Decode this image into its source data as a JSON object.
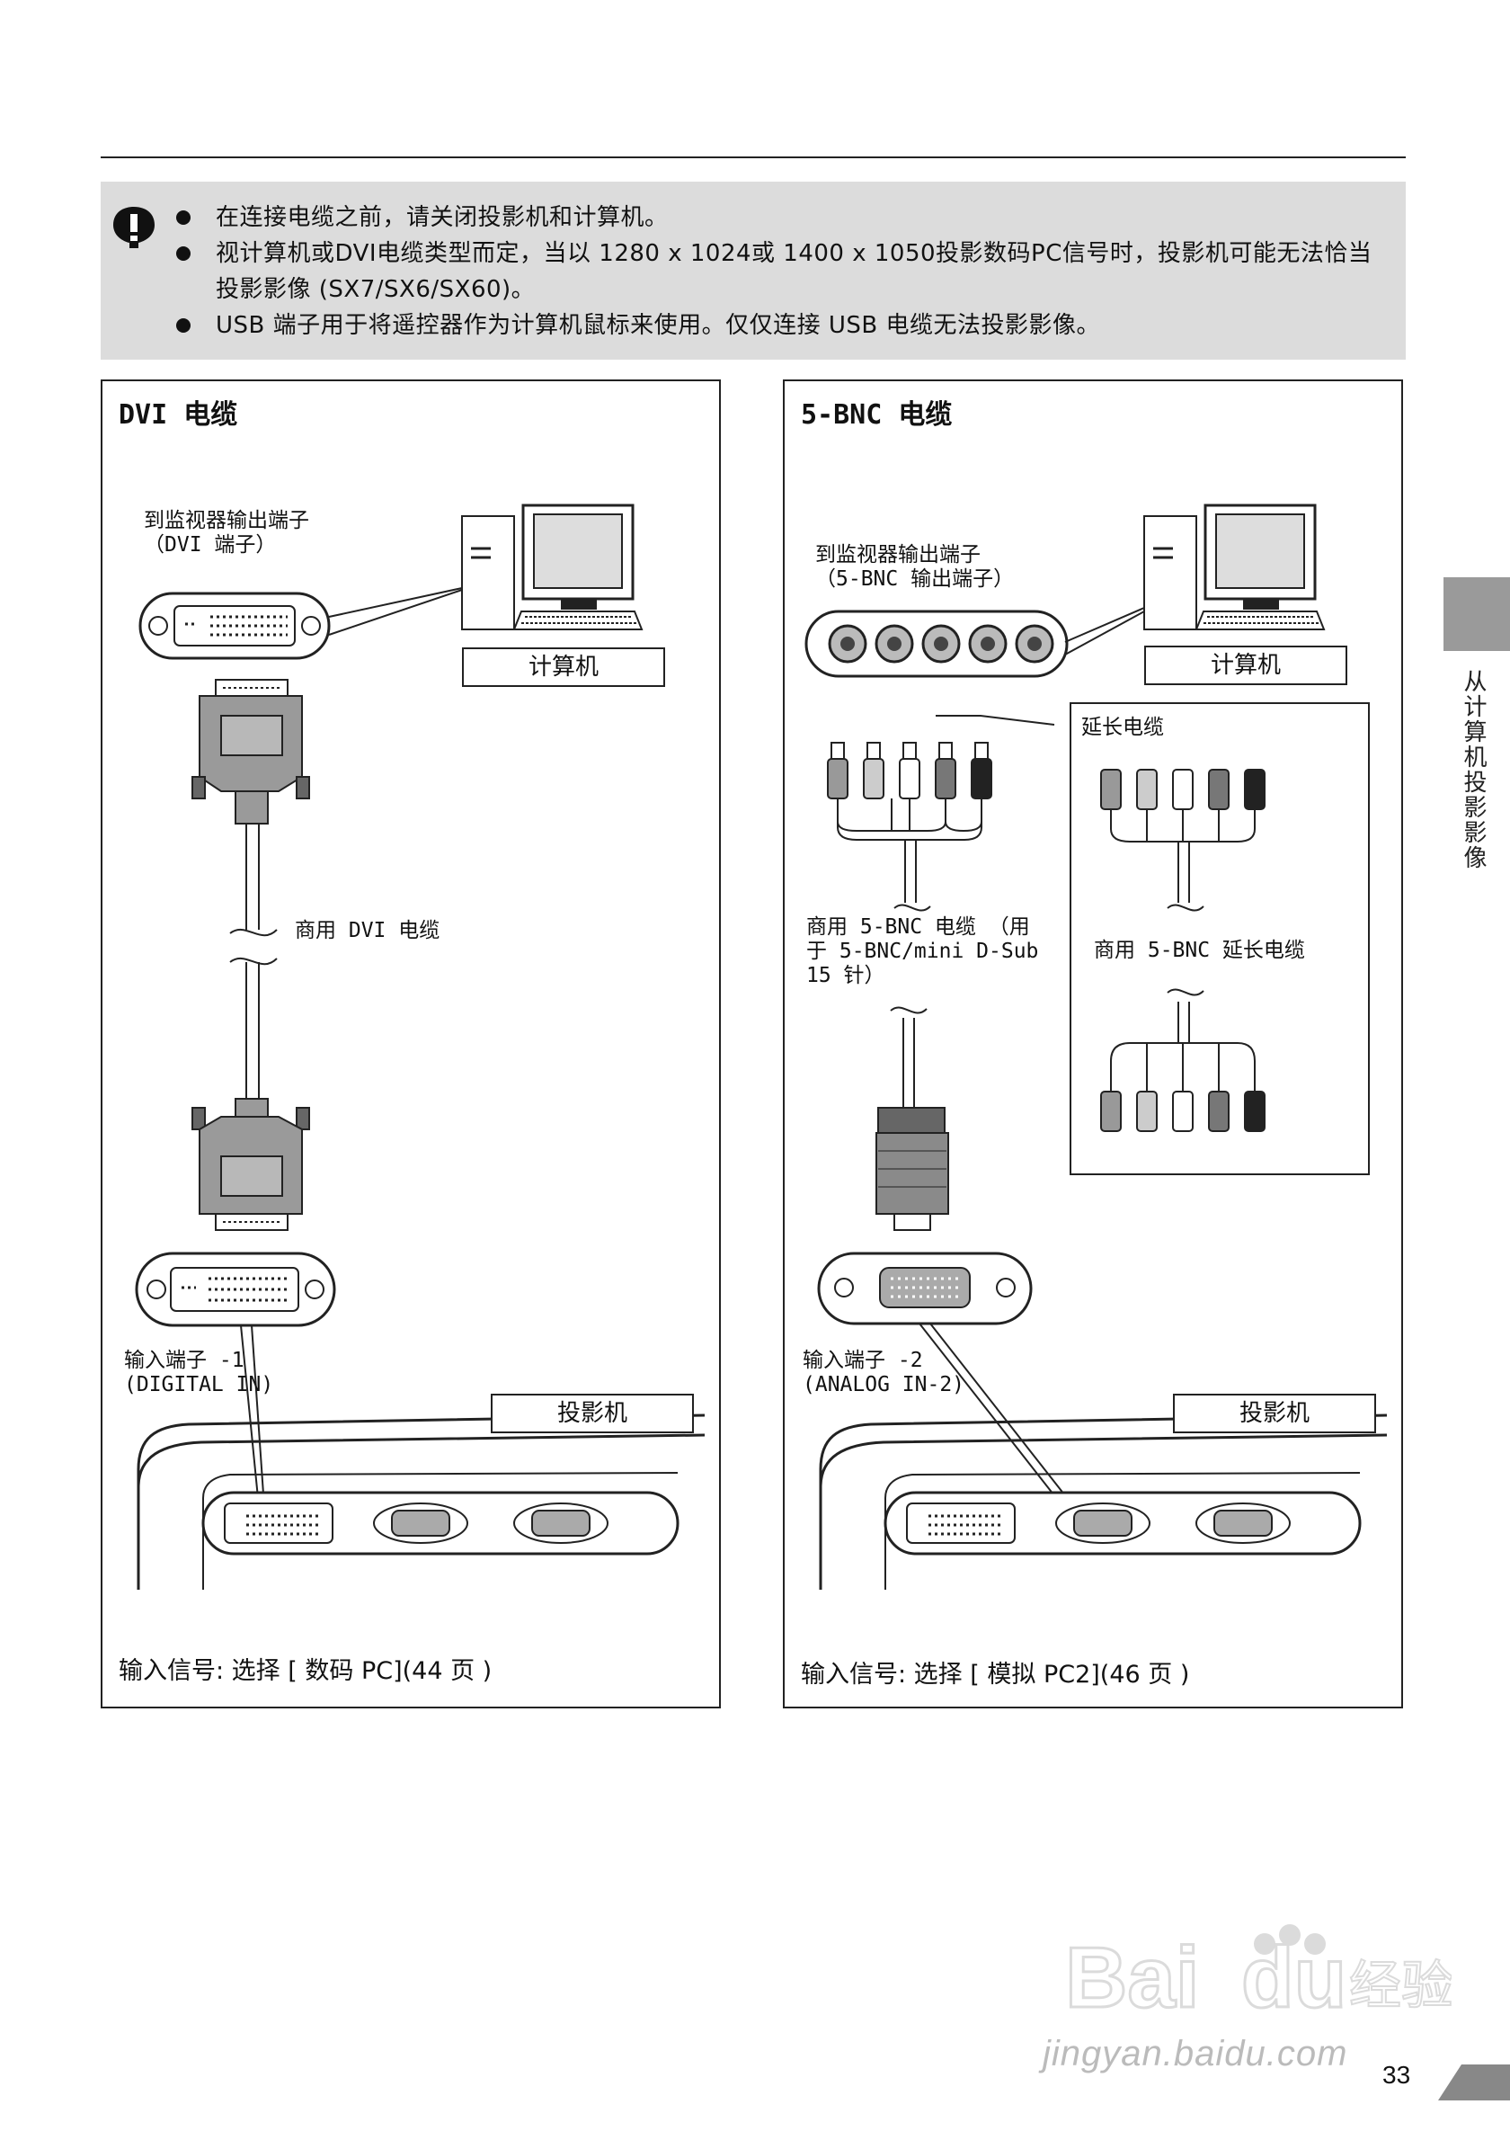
{
  "caution": {
    "items": [
      "在连接电缆之前，请关闭投影机和计算机。",
      "视计算机或DVI电缆类型而定，当以 1280 x 1024或 1400 x 1050投影数码PC信号时，投影机可能无法恰当投影影像 (SX7/SX6/SX60)。",
      "USB 端子用于将遥控器作为计算机鼠标来使用。仅仅连接 USB 电缆无法投影影像。"
    ]
  },
  "left_panel": {
    "title": "DVI 电缆",
    "monitor_port_label": "到监视器输出端子\n（DVI 端子）",
    "computer_label": "计算机",
    "cable_label": "商用 DVI 电缆",
    "input_label": "输入端子 -1\n(DIGITAL IN)",
    "projector_label": "投影机",
    "note": "输入信号: 选择 [ 数码 PC](44 页 )"
  },
  "right_panel": {
    "title": "5-BNC 电缆",
    "monitor_port_label": "到监视器输出端子\n（5-BNC 输出端子）",
    "computer_label": "计算机",
    "extension_label": "延长电缆",
    "cable_label": "商用 5-BNC 电缆 （用\n于 5-BNC/mini D-Sub\n15 针）",
    "extension_cable_label": "商用 5-BNC 延长电缆",
    "input_label": "输入端子 -2\n(ANALOG IN-2)",
    "projector_label": "投影机",
    "note": "输入信号: 选择 [ 模拟 PC2](46 页 )"
  },
  "side_tab": {
    "text": "从计算机投影影像"
  },
  "page_number": "33",
  "watermark": {
    "text": "jingyan.baidu.com"
  }
}
